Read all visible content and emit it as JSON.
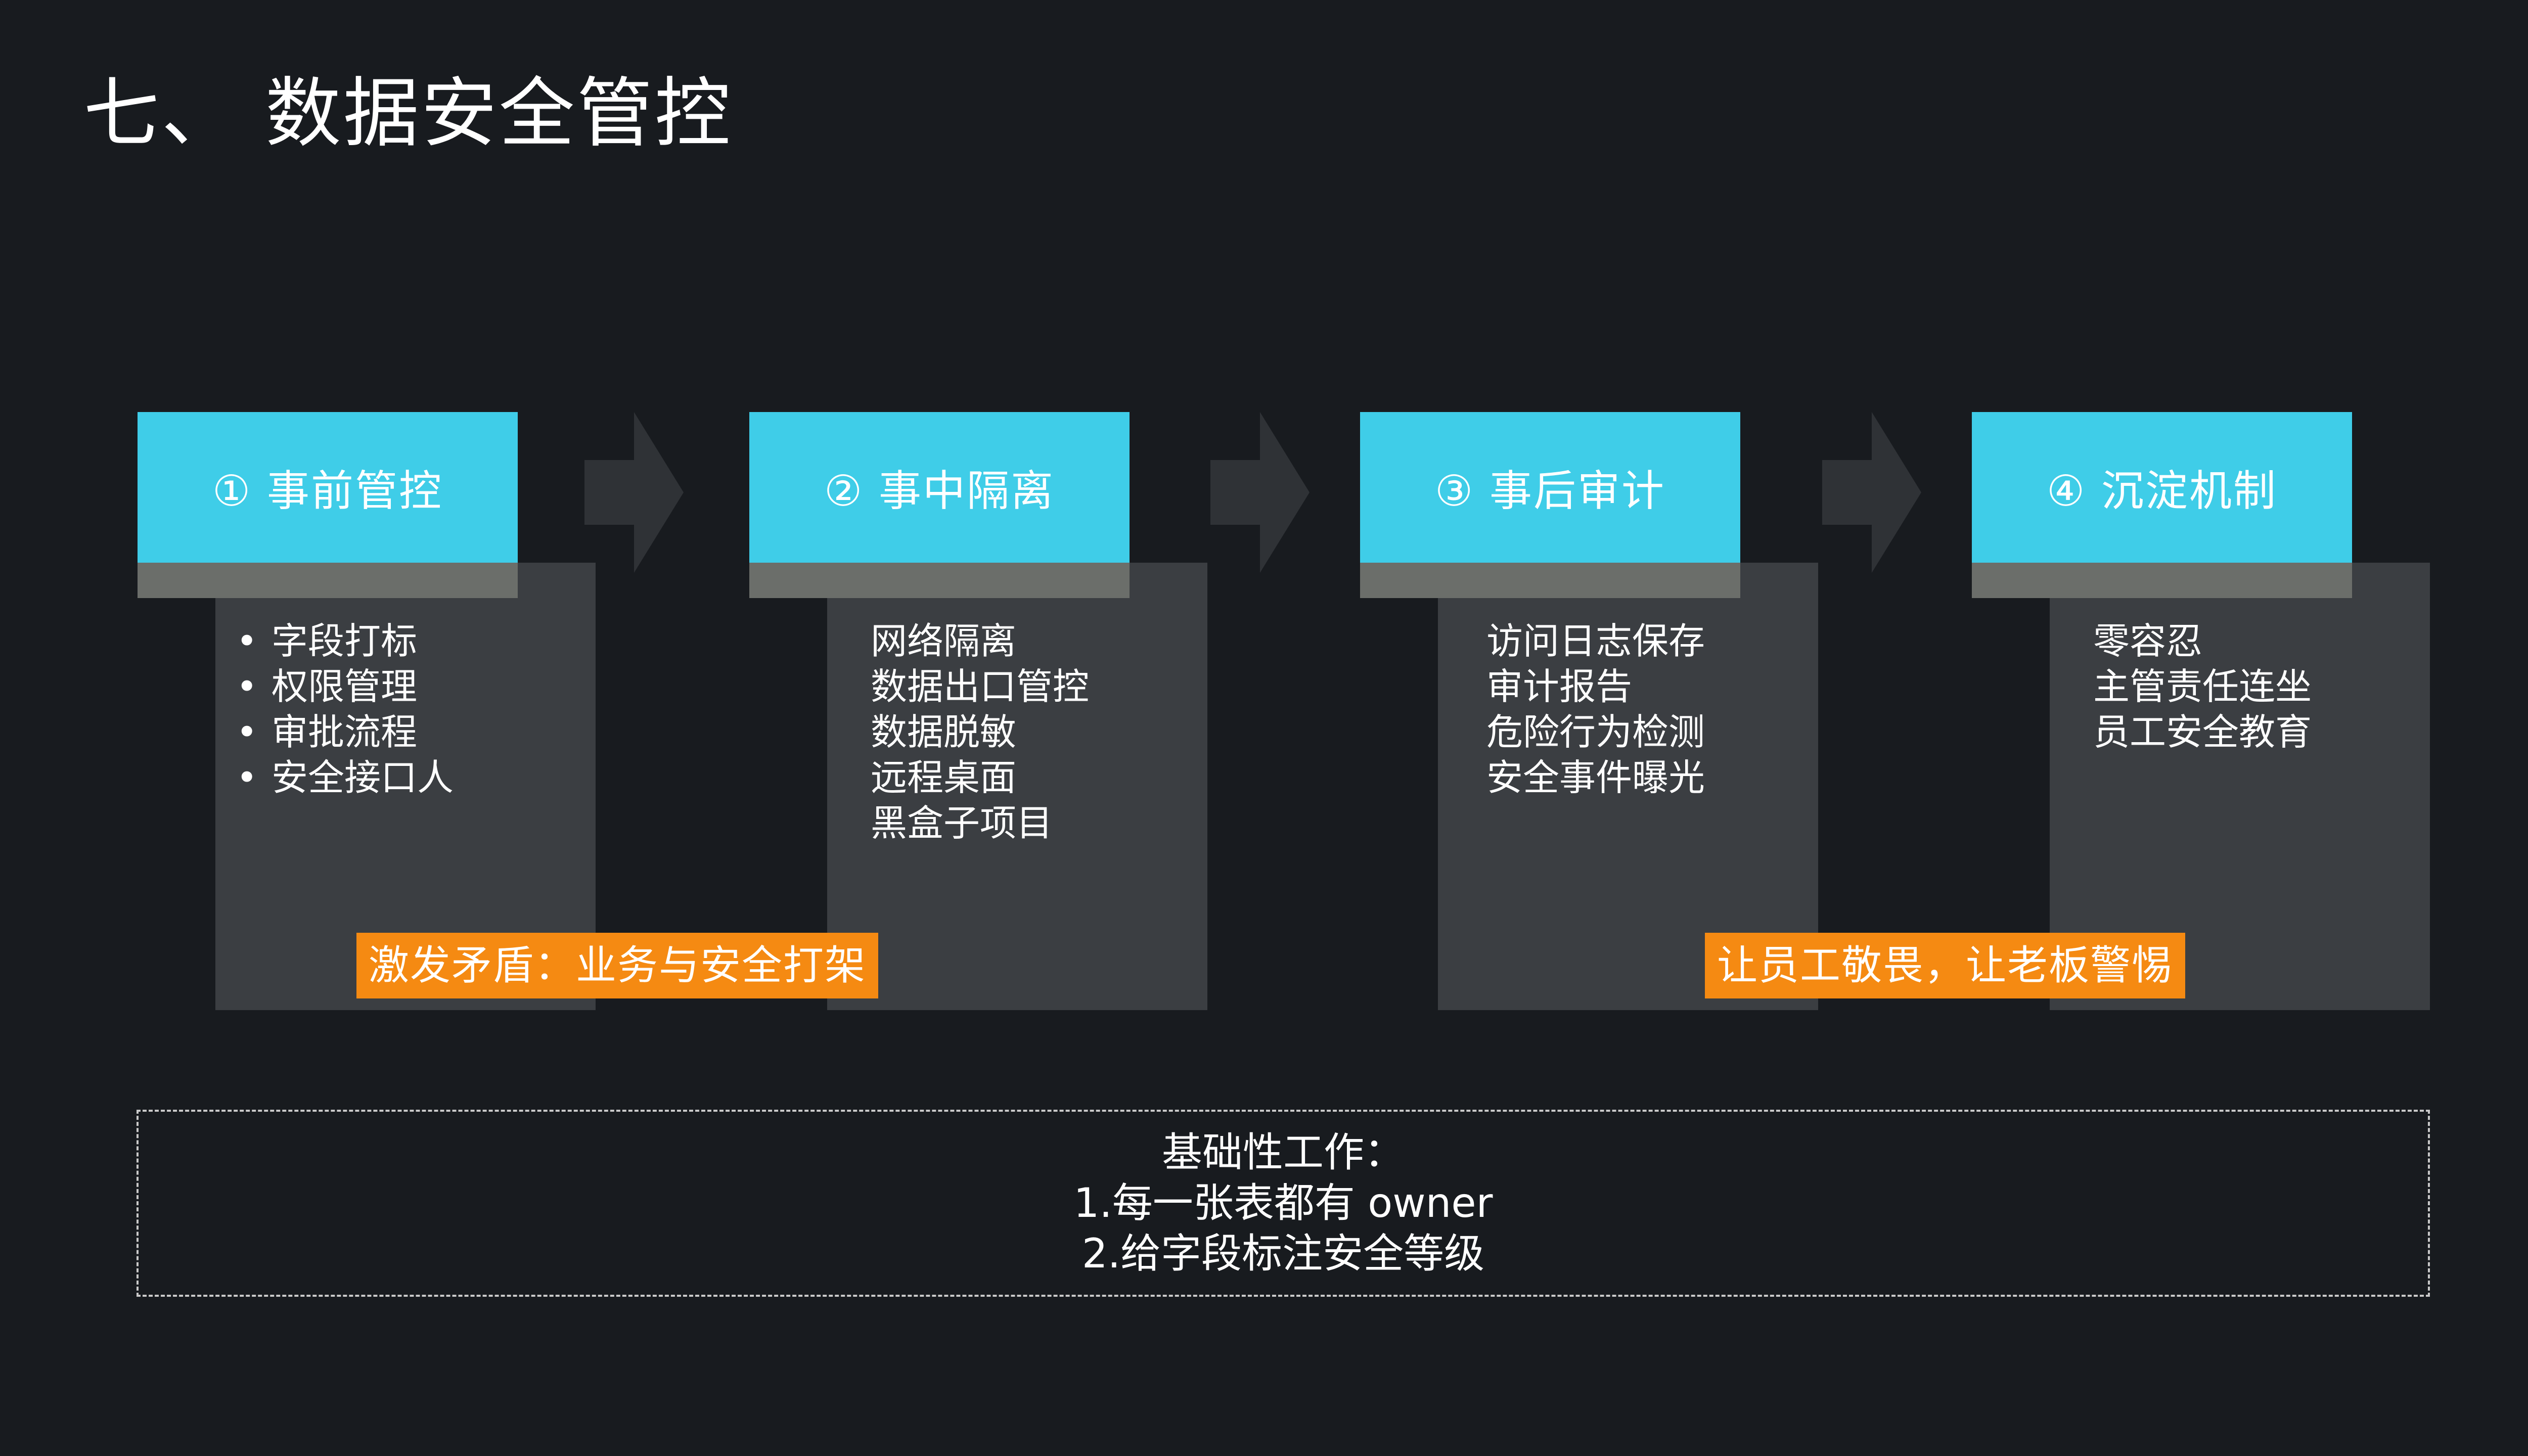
{
  "title": "七、 数据安全管控",
  "stages": [
    {
      "header": "① 事前管控",
      "bulleted": true,
      "items": [
        "字段打标",
        "权限管理",
        "审批流程",
        "安全接口人"
      ]
    },
    {
      "header": "② 事中隔离",
      "bulleted": false,
      "items": [
        "网络隔离",
        "数据出口管控",
        "数据脱敏",
        "远程桌面",
        "黑盒子项目"
      ]
    },
    {
      "header": "③ 事后审计",
      "bulleted": false,
      "items": [
        "访问日志保存",
        "审计报告",
        "危险行为检测",
        "安全事件曝光"
      ]
    },
    {
      "header": "④ 沉淀机制",
      "bulleted": false,
      "items": [
        "零容忍",
        "主管责任连坐",
        "员工安全教育"
      ]
    }
  ],
  "notes": {
    "left": "激发矛盾：业务与安全打架",
    "right": "让员工敬畏，让老板警惕"
  },
  "foundation": {
    "heading": "基础性工作：",
    "lines": [
      "1.每一张表都有 owner",
      "2.给字段标注安全等级"
    ]
  },
  "colors": {
    "background": "#181b1f",
    "header": "#3fcde8",
    "panel": "#3b3e42",
    "strip": "#6b6e6a",
    "arrow": "#2f3236",
    "note": "#f58a12"
  }
}
